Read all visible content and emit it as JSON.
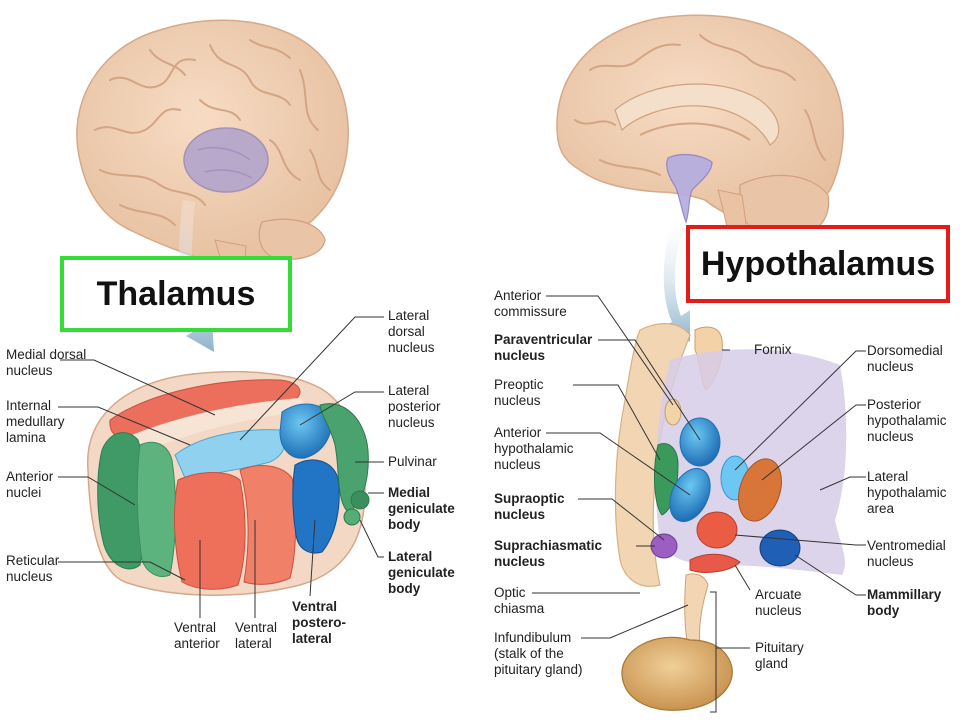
{
  "titles": {
    "thalamus": "Thalamus",
    "hypothalamus": "Hypothalamus"
  },
  "colors": {
    "thalamus_box": "#33dd33",
    "hypothalamus_box": "#e31b1b",
    "brain": "#efcdb0",
    "thalamus_highlight": "#b9a9c9",
    "red_nucleus": "#ef6f5b",
    "green_nucleus": "#3d9a63",
    "blue_nucleus": "#2e9ad6",
    "orange_nucleus": "#d8763a",
    "purple_nucleus": "#9a5fc0"
  },
  "thalamus_labels": {
    "lateral_dorsal": "Lateral\ndorsal\nnucleus",
    "medial_dorsal": "Medial dorsal\nnucleus",
    "lateral_posterior": "Lateral\nposterior\nnucleus",
    "internal_medullary": "Internal\nmedullary\nlamina",
    "anterior_nuclei": "Anterior\nnuclei",
    "pulvinar": "Pulvinar",
    "medial_geniculate": "Medial\ngeniculate\nbody",
    "lateral_geniculate": "Lateral\ngeniculate\nbody",
    "reticular": "Reticular\nnucleus",
    "ventral_anterior": "Ventral\nanterior",
    "ventral_lateral": "Ventral\nlateral",
    "ventral_posterolateral": "Ventral\npostero-\nlateral"
  },
  "hypothalamus_labels": {
    "anterior_commissure": "Anterior\ncommissure",
    "fornix": "Fornix",
    "paraventricular": "Paraventricular\nnucleus",
    "dorsomedial": "Dorsomedial\nnucleus",
    "preoptic": "Preoptic\nnucleus",
    "posterior_hypothalamic": "Posterior\nhypothalamic\nnucleus",
    "anterior_hypothalamic": "Anterior\nhypothalamic\nnucleus",
    "lateral_hypothalamic_area": "Lateral\nhypothalamic\narea",
    "supraoptic": "Supraoptic\nnucleus",
    "suprachiasmatic": "Suprachiasmatic\nnucleus",
    "ventromedial": "Ventromedial\nnucleus",
    "optic_chiasma": "Optic\nchiasma",
    "arcuate": "Arcuate\nnucleus",
    "mammillary": "Mammillary\nbody",
    "infundibulum": "Infundibulum\n(stalk of the\npituitary gland)",
    "pituitary": "Pituitary\ngland"
  }
}
